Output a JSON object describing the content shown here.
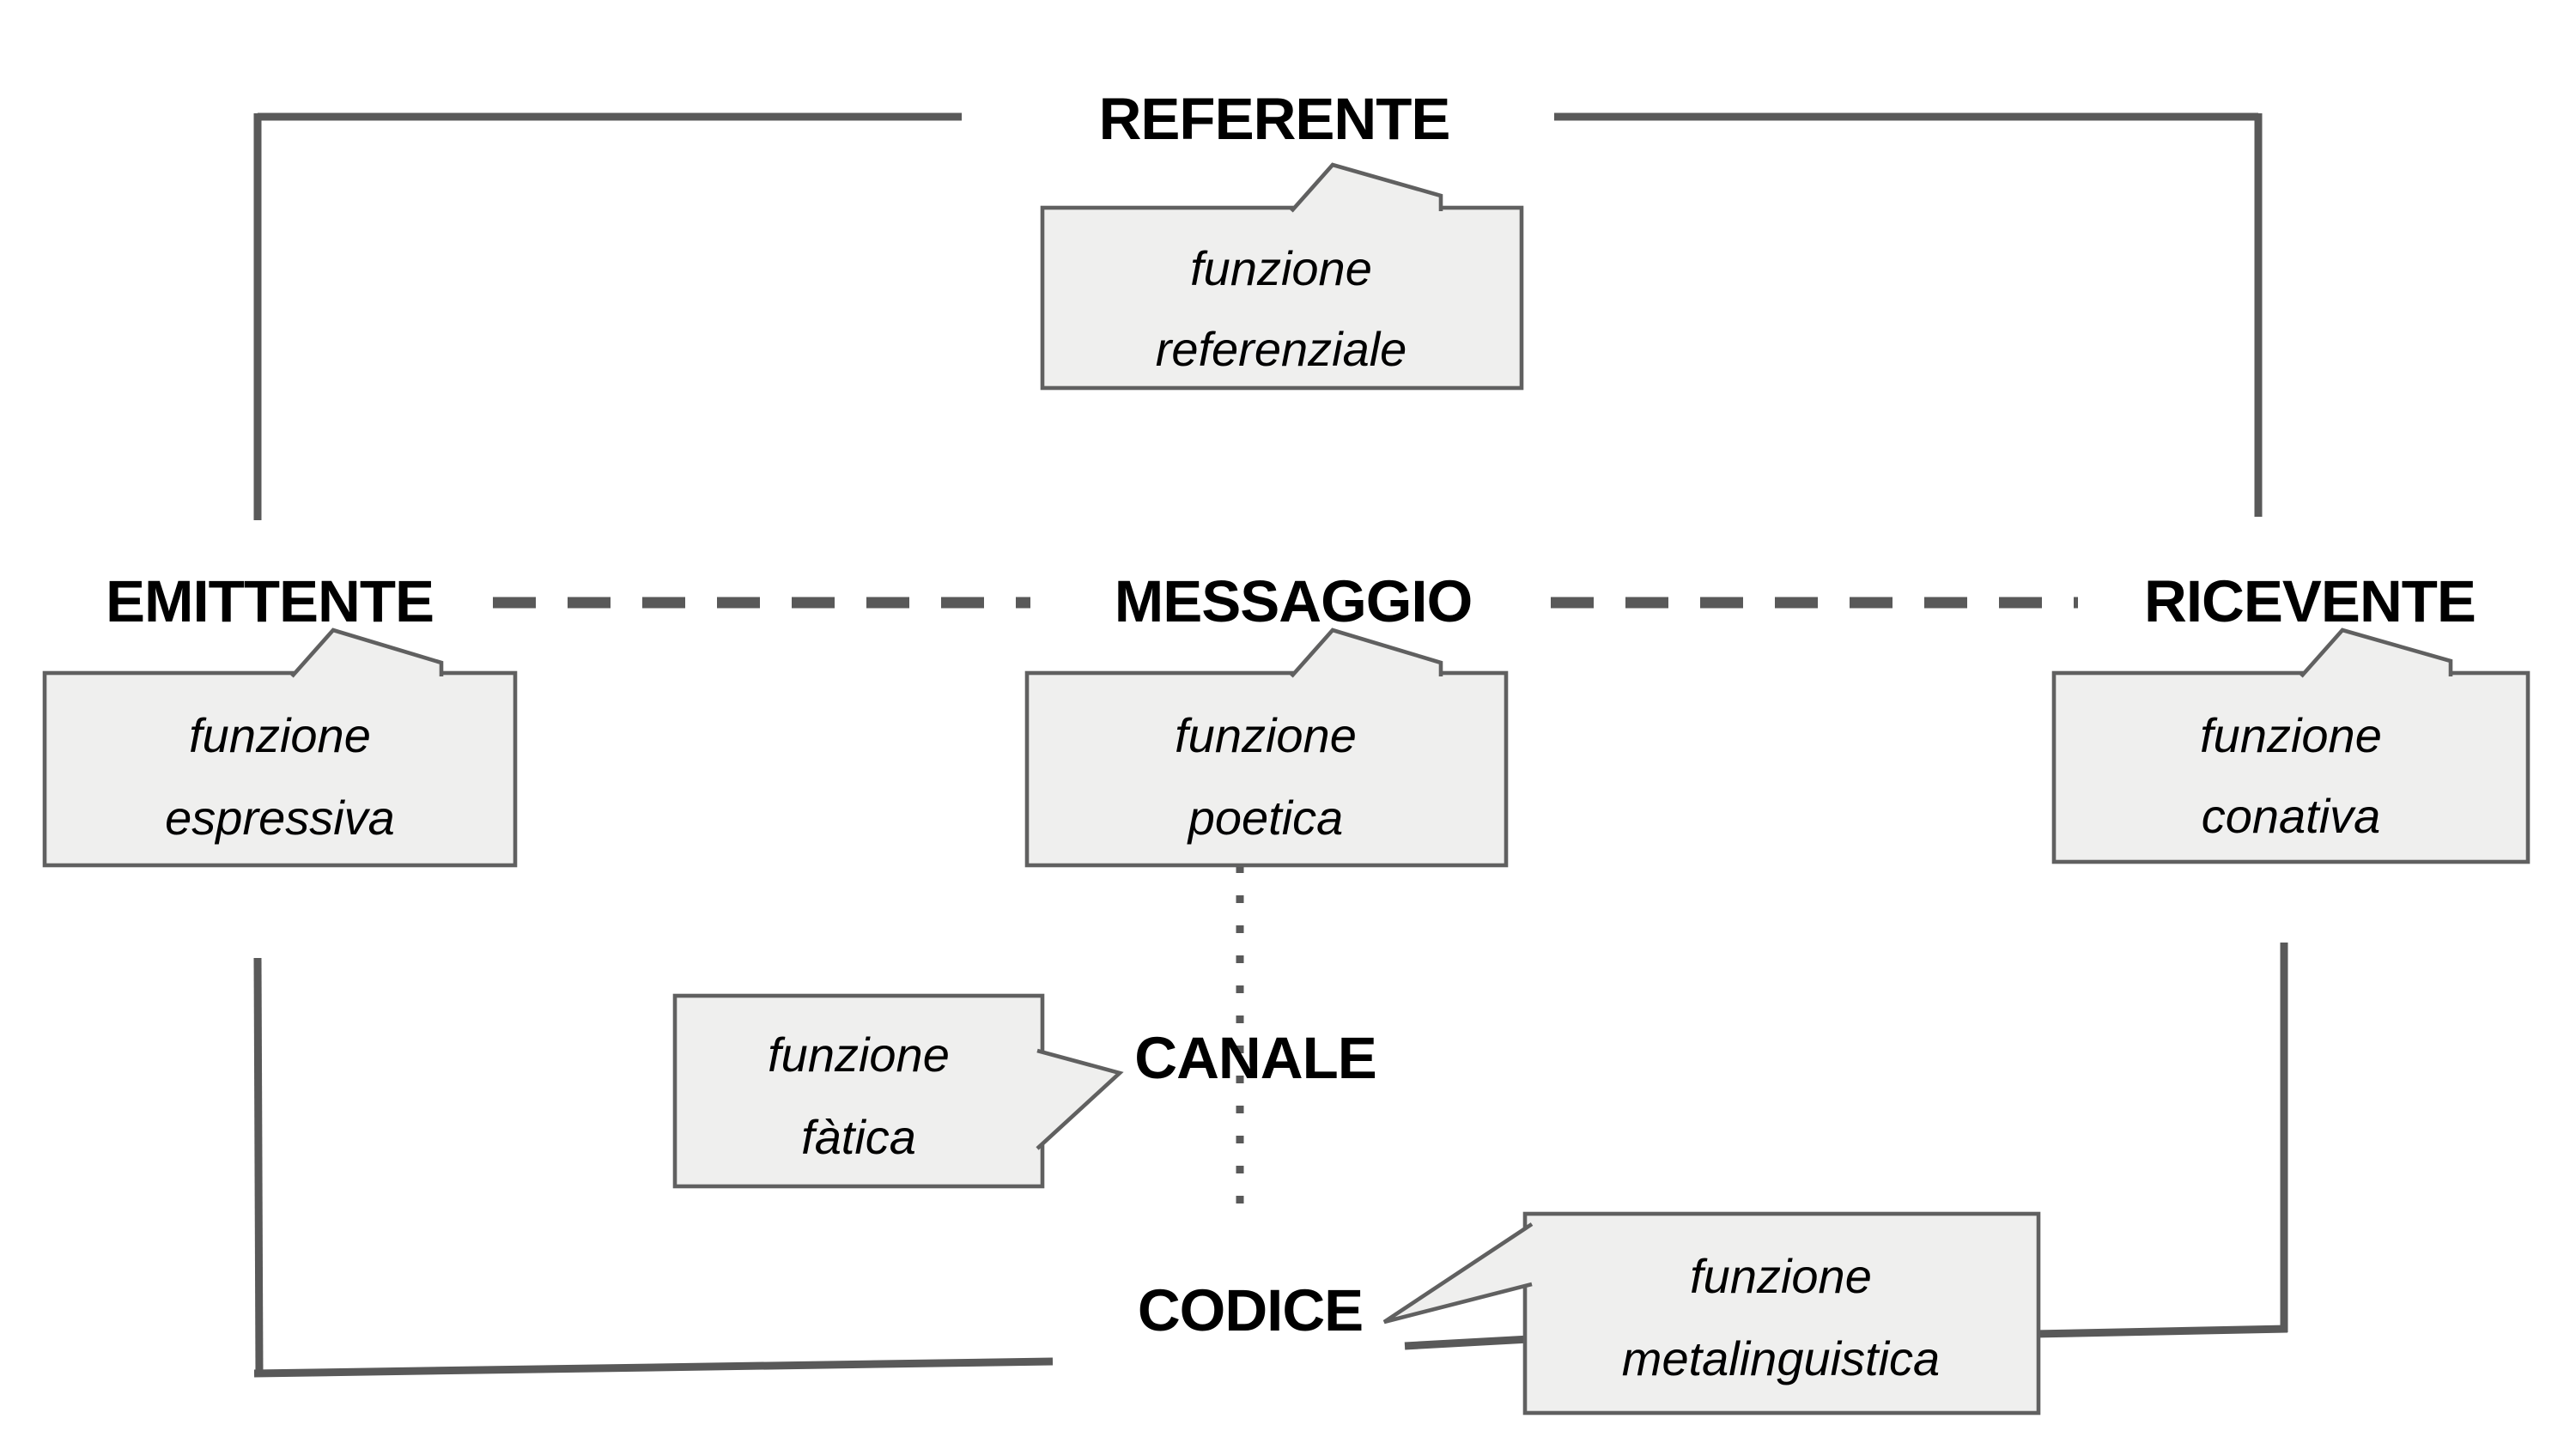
{
  "nodes": {
    "referente": "REFERENTE",
    "emittente": "EMITTENTE",
    "messaggio": "MESSAGGIO",
    "ricevente": "RICEVENTE",
    "canale": "CANALE",
    "codice": "CODICE"
  },
  "callouts": {
    "referenziale": {
      "line1": "funzione",
      "line2": "referenziale"
    },
    "espressiva": {
      "line1": "funzione",
      "line2": "espressiva"
    },
    "poetica": {
      "line1": "funzione",
      "line2": "poetica"
    },
    "conativa": {
      "line1": "funzione",
      "line2": "conativa"
    },
    "fatica": {
      "line1": "funzione",
      "line2": "fàtica"
    },
    "metalinguistica": {
      "line1": "funzione",
      "line2": "metalinguistica"
    }
  },
  "colors": {
    "line-color": "#595959",
    "callout-fill": "#efefee",
    "callout-border": "#606060",
    "text-color": "#000000",
    "background": "#ffffff"
  }
}
